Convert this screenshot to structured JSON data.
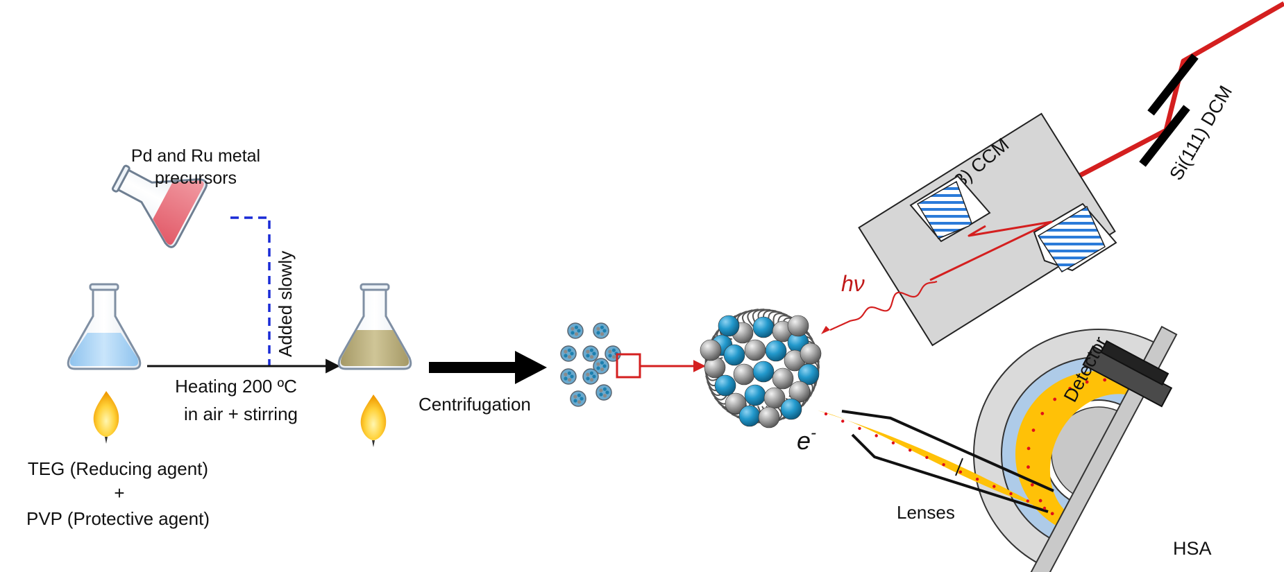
{
  "labels": {
    "precursors_line1": "Pd and Ru metal",
    "precursors_line2": "precursors",
    "added_slowly": "Added slowly",
    "heating_line1": "Heating  200 ºC",
    "heating_line2": "in air + stirring",
    "centrifugation": "Centrifugation",
    "teg": "TEG (Reducing agent)",
    "plus": "+",
    "pvp": "PVP (Protective agent)",
    "hv": "hν",
    "ccm": "Si(333) CCM",
    "dcm": "Si(111) DCM",
    "detector": "Detector",
    "electron": "e",
    "electron_sup": "-",
    "lenses": "Lenses",
    "hsa": "HSA"
  },
  "colors": {
    "red_beam": "#d41f1f",
    "dashed_blue": "#1a2bd6",
    "flask_pink": "#e8707a",
    "flask_blue": "#a9d3f4",
    "flask_olive": "#b8ad7c",
    "flame_yellow": "#ffc107",
    "ru_blue": "#1f8fbf",
    "pd_gray": "#9e9e9e",
    "hsa_light_blue": "#aecbe8",
    "crystal_stripe": "#2b7bd9"
  },
  "icons": [
    "flask-icon",
    "flame-icon",
    "nanoparticle-icon",
    "wave-photon-icon"
  ]
}
